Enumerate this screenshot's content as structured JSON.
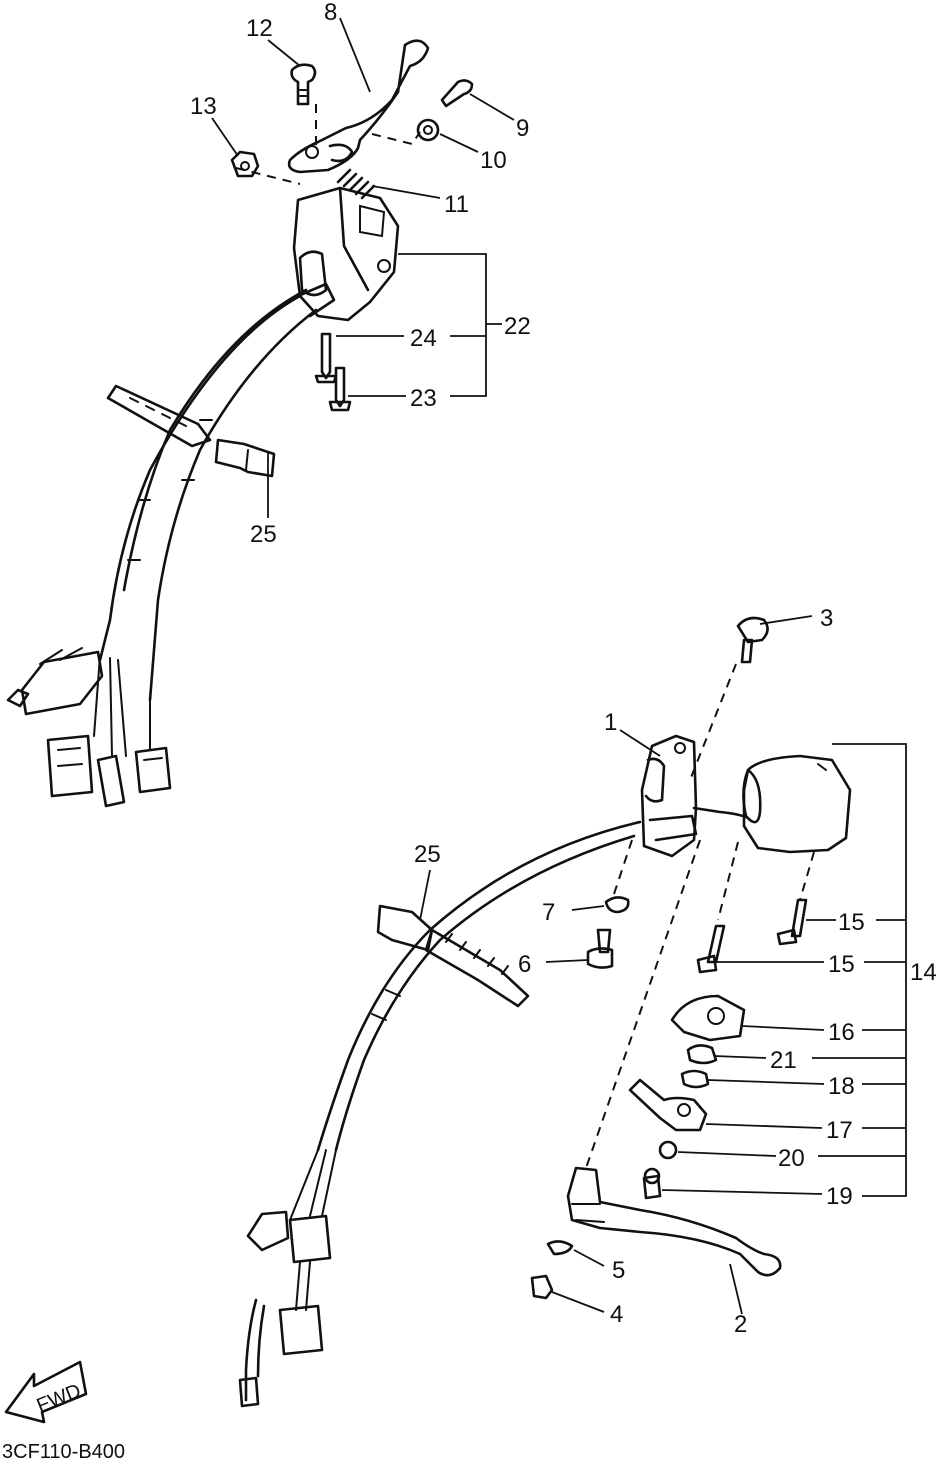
{
  "diagram_code": "3CF110-B400",
  "fwd_label": "FWD",
  "labels": {
    "p1": "1",
    "p2": "2",
    "p3": "3",
    "p4": "4",
    "p5": "5",
    "p6": "6",
    "p7": "7",
    "p8": "8",
    "p9": "9",
    "p10": "10",
    "p11": "11",
    "p12": "12",
    "p13": "13",
    "p14": "14",
    "p15a": "15",
    "p15b": "15",
    "p16": "16",
    "p17": "17",
    "p18": "18",
    "p19": "19",
    "p20": "20",
    "p21": "21",
    "p22": "22",
    "p23": "23",
    "p24": "24",
    "p25a": "25",
    "p25b": "25"
  }
}
